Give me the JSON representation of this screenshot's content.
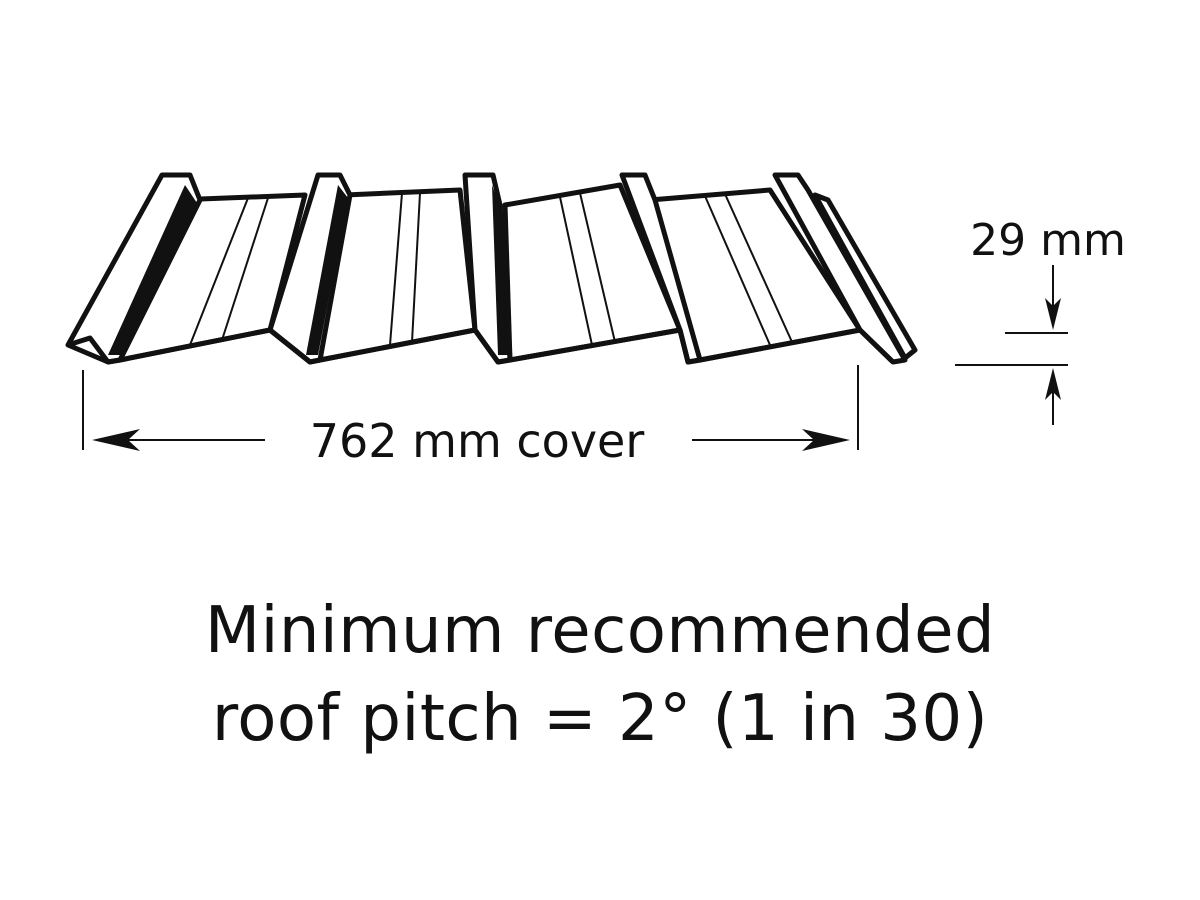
{
  "diagram": {
    "height_label": "29 mm",
    "cover_label": "762 mm cover"
  },
  "caption": {
    "line1": "Minimum recommended",
    "line2": "roof pitch = 2° (1 in 30)"
  }
}
